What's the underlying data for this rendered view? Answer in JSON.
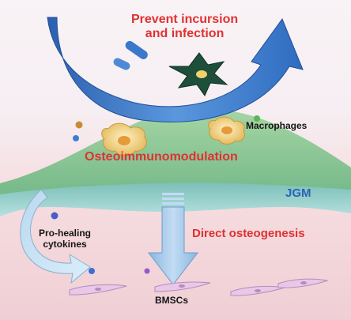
{
  "labels": {
    "top_title_line1": "Prevent incursion",
    "top_title_line2": "and infection",
    "macrophages": "Macrophages",
    "osteoimmunomodulation": "Osteoimmunomodulation",
    "jgm": "JGM",
    "pro_healing_line1": "Pro-healing",
    "pro_healing_line2": "cytokines",
    "direct_osteogenesis": "Direct osteogenesis",
    "bmscs": "BMSCs"
  },
  "colors": {
    "emphasis_red": "#e03130",
    "jgm_blue": "#2b63b8",
    "label_black": "#151515",
    "arrow_blue": "#3f7fd0",
    "tissue_green": "#86c58d",
    "membrane_teal": "#8ccac0",
    "lower_pink": "#f2d8dd"
  },
  "icons": [
    "curved-arrow-icon",
    "bacteria-rod-icon",
    "star-cell-icon",
    "macrophage-cell-icon",
    "cytokine-dot-icon",
    "down-arrow-icon",
    "bmsc-cell-icon"
  ]
}
